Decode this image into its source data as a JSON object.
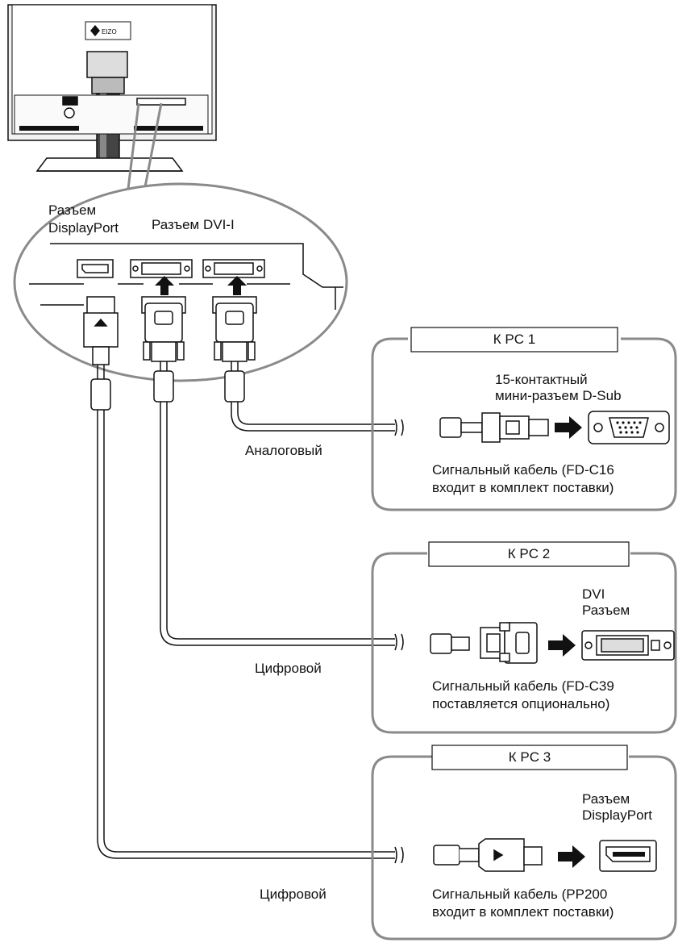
{
  "monitor": {
    "logo_text": "EIZO"
  },
  "ports": {
    "displayport_label_line1": "Разъем",
    "displayport_label_line2": "DisplayPort",
    "dvi_label": "Разъем DVI-I"
  },
  "pc1": {
    "title": "К PC 1",
    "connector_line1": "15-контактный",
    "connector_line2": "мини-разъем D-Sub",
    "signal_type": "Аналоговый",
    "cable_line1": "Сигнальный кабель (FD-C16",
    "cable_line2": "входит в комплект поставки)"
  },
  "pc2": {
    "title": "К PC 2",
    "connector_line1": "DVI",
    "connector_line2": "Разъем",
    "signal_type": "Цифровой",
    "cable_line1": "Сигнальный кабель (FD-C39",
    "cable_line2": "поставляется опционально)"
  },
  "pc3": {
    "title": "К PC 3",
    "connector_line1": "Разъем",
    "connector_line2": "DisplayPort",
    "signal_type": "Цифровой",
    "cable_line1": "Сигнальный кабель (PP200",
    "cable_line2": "входит в комплект поставки)"
  },
  "colors": {
    "panel_border": "#8a8a8a",
    "line": "#111111",
    "monitor_fill": "#ececec"
  }
}
